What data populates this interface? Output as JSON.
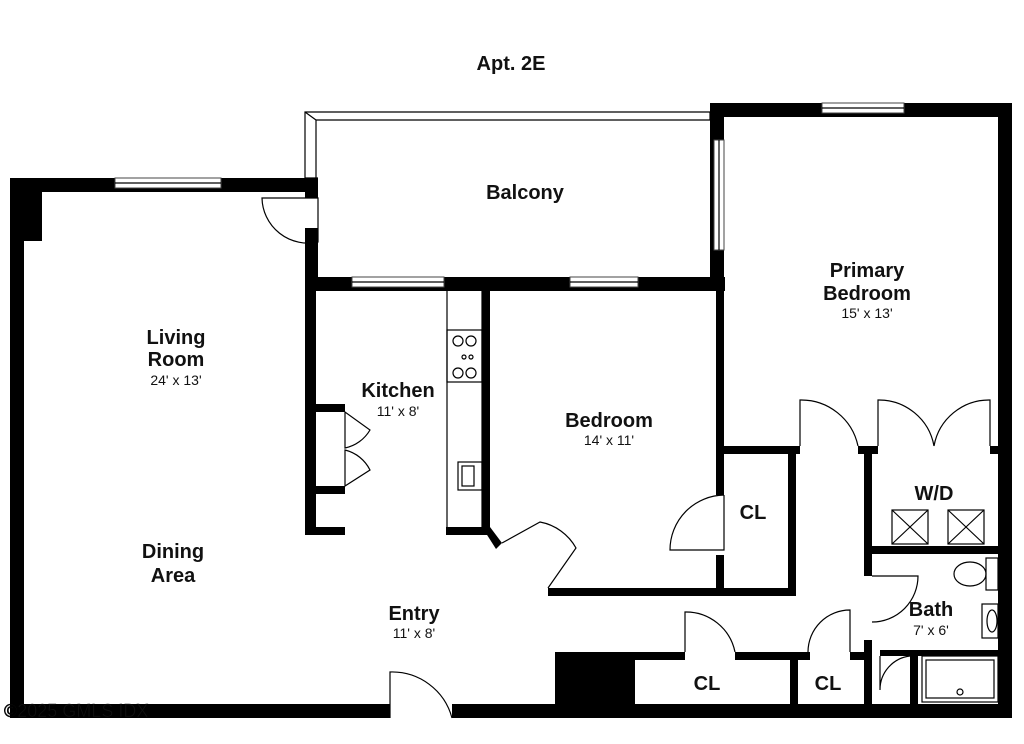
{
  "title": "Apt. 2E",
  "rooms": {
    "balcony": {
      "name": "Balcony"
    },
    "living": {
      "name_line1": "Living",
      "name_line2": "Room",
      "dims": "24' x 13'"
    },
    "kitchen": {
      "name": "Kitchen",
      "dims": "11' x 8'"
    },
    "bedroom": {
      "name": "Bedroom",
      "dims": "14' x 11'"
    },
    "primary": {
      "name_line1": "Primary",
      "name_line2": "Bedroom",
      "dims": "15' x 13'"
    },
    "dining": {
      "name_line1": "Dining",
      "name_line2": "Area"
    },
    "entry": {
      "name": "Entry",
      "dims": "11' x 8'"
    },
    "bath": {
      "name": "Bath",
      "dims": "7' x 6'"
    },
    "wd": {
      "name": "W/D"
    },
    "closet_bedroom": {
      "name": "CL"
    },
    "closet_entry_left": {
      "name": "CL"
    },
    "closet_entry_right": {
      "name": "CL"
    }
  },
  "watermark": "©2025 GMLS IDX"
}
